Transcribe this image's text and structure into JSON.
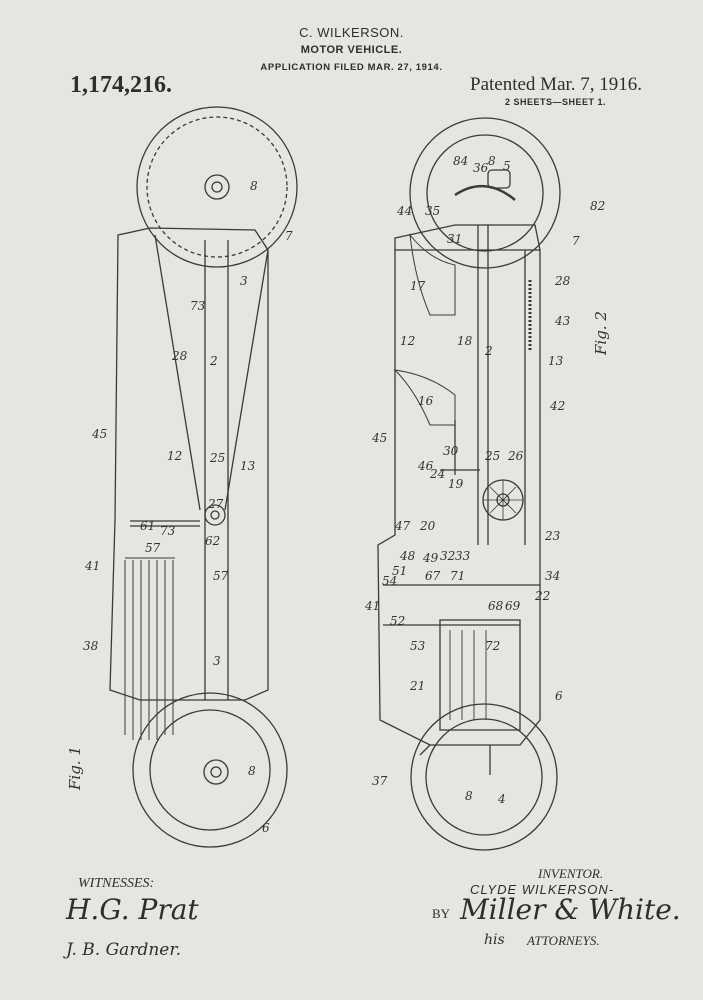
{
  "header": {
    "inventor_name": "C. WILKERSON.",
    "title": "MOTOR VEHICLE.",
    "filed": "APPLICATION FILED MAR. 27, 1914.",
    "patent_number": "1,174,216.",
    "patented": "Patented Mar. 7, 1916.",
    "sheets": "2 SHEETS—SHEET 1."
  },
  "fig1": {
    "label": "Fig. 1",
    "refs": [
      "7",
      "8",
      "3",
      "73",
      "28",
      "2",
      "12",
      "25",
      "13",
      "45",
      "27",
      "61",
      "73",
      "57",
      "62",
      "57",
      "41",
      "38",
      "3",
      "8",
      "6"
    ]
  },
  "fig2": {
    "label": "Fig. 2",
    "refs": [
      "84",
      "36",
      "8",
      "5",
      "44",
      "35",
      "31",
      "82",
      "7",
      "28",
      "17",
      "43",
      "12",
      "18",
      "2",
      "13",
      "16",
      "42",
      "45",
      "30",
      "25",
      "26",
      "46",
      "24",
      "19",
      "20",
      "47",
      "23",
      "48",
      "51",
      "49",
      "32",
      "33",
      "34",
      "54",
      "67",
      "71",
      "22",
      "41",
      "52",
      "68",
      "69",
      "53",
      "72",
      "21",
      "6",
      "37",
      "8",
      "4"
    ]
  },
  "footer": {
    "witnesses": "WITNESSES:",
    "witness1": "H.G. Prat",
    "witness2": "J. B. Gardner.",
    "inventor_label": "INVENTOR.",
    "inventor": "CLYDE WILKERSON-",
    "by": "BY",
    "attorney_sig": "Miller & White.",
    "his": "his",
    "attorneys": "ATTORNEYS."
  },
  "colors": {
    "paper": "#e3e6e1",
    "ink": "#2e2e2e"
  }
}
